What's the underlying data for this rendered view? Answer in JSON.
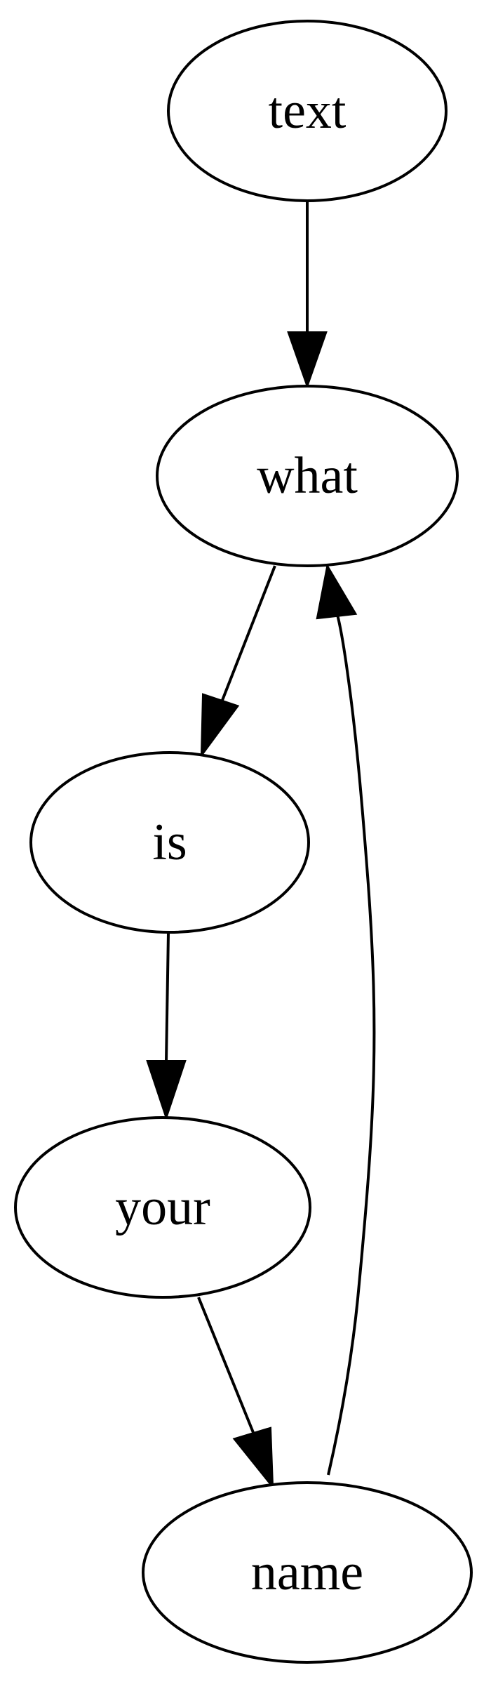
{
  "diagram": {
    "nodes": [
      {
        "id": "text",
        "label": "text"
      },
      {
        "id": "what",
        "label": "what"
      },
      {
        "id": "is",
        "label": "is"
      },
      {
        "id": "your",
        "label": "your"
      },
      {
        "id": "name",
        "label": "name"
      }
    ],
    "edges": [
      {
        "from": "text",
        "to": "what"
      },
      {
        "from": "what",
        "to": "is"
      },
      {
        "from": "is",
        "to": "your"
      },
      {
        "from": "your",
        "to": "name"
      },
      {
        "from": "name",
        "to": "what"
      }
    ],
    "colors": {
      "stroke": "#000000",
      "background": "#ffffff"
    }
  }
}
